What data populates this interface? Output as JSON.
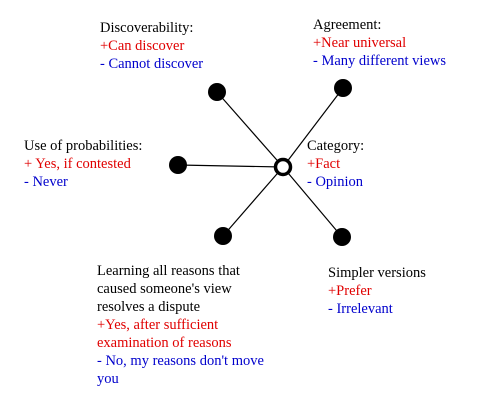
{
  "colors": {
    "pro": "#e00000",
    "con": "#0000cc",
    "lines": "#000000"
  },
  "dimensions": [
    {
      "id": "discoverability",
      "title": "Discoverability:",
      "plus": "+Can discover",
      "minus": "- Cannot discover"
    },
    {
      "id": "agreement",
      "title": "Agreement:",
      "plus": "+Near universal",
      "minus": "- Many different views"
    },
    {
      "id": "probabilities",
      "title": "Use of probabilities:",
      "plus": "+ Yes, if contested",
      "minus": "- Never"
    },
    {
      "id": "category",
      "title": "Category:",
      "plus": "+Fact",
      "minus": "- Opinion"
    },
    {
      "id": "reasons",
      "title_lines": [
        "Learning all reasons that",
        "caused someone's view",
        "resolves a dispute"
      ],
      "plus_lines": [
        "+Yes, after sufficient",
        "examination of reasons"
      ],
      "minus_lines": [
        "- No, my reasons don't move",
        "you"
      ]
    },
    {
      "id": "simpler",
      "title": "Simpler versions",
      "plus": "+Prefer",
      "minus": "- Irrelevant"
    }
  ]
}
